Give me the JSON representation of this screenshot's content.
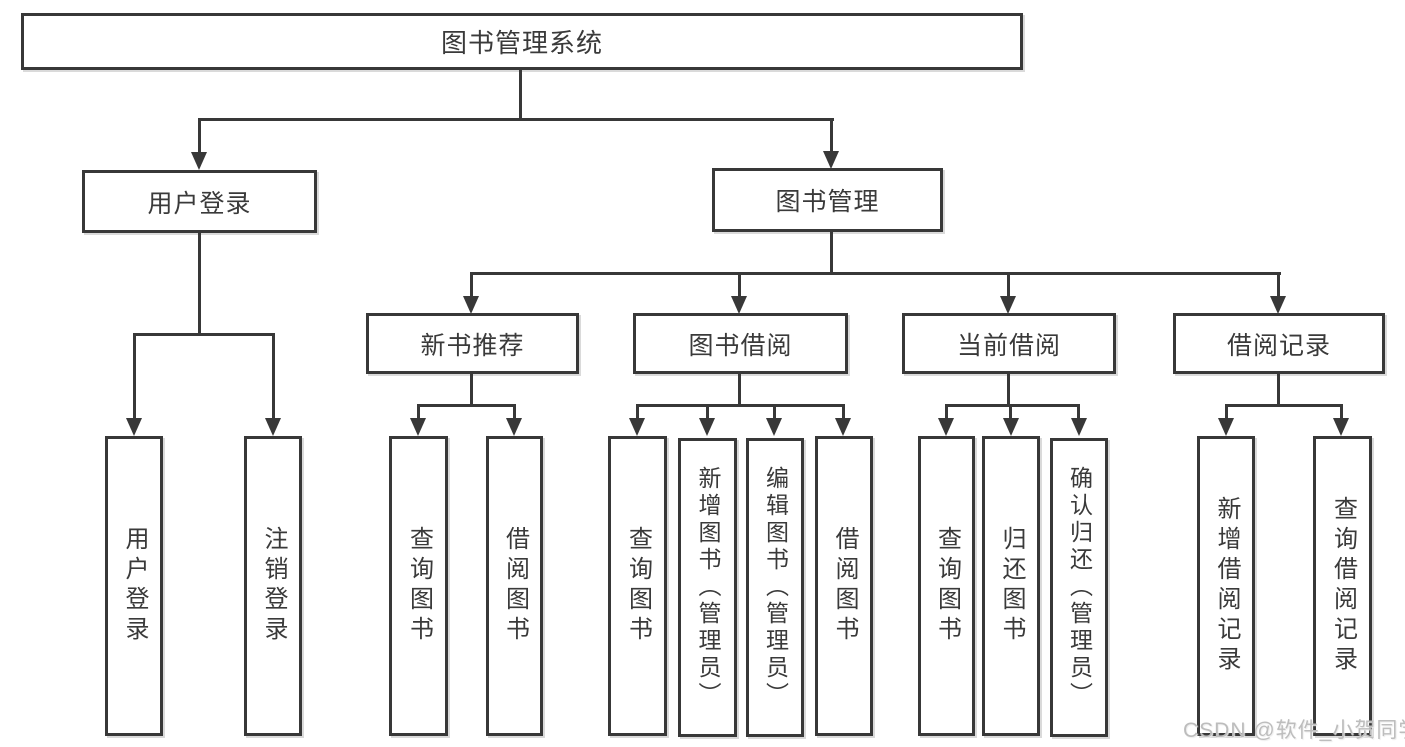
{
  "diagram": {
    "root": "图书管理系统",
    "level2": {
      "user_login": "用户登录",
      "book_mgmt": "图书管理"
    },
    "level3": {
      "new_book_rec": "新书推荐",
      "book_borrow": "图书借阅",
      "current_borrow": "当前借阅",
      "borrow_record": "借阅记录"
    },
    "leaves": {
      "user_login_leaf": "用户登录",
      "logout": "注销登录",
      "rec_query_book": "查询图书",
      "rec_borrow_book": "借阅图书",
      "bb_query_book": "查询图书",
      "bb_add_book": "新增图书（管理员）",
      "bb_edit_book": "编辑图书（管理员）",
      "bb_borrow_book": "借阅图书",
      "cb_query_book": "查询图书",
      "cb_return_book": "归还图书",
      "cb_confirm_return": "确认归还（管理员）",
      "br_add_record": "新增借阅记录",
      "br_query_record": "查询借阅记录"
    }
  },
  "watermark": "CSDN @软件_小贺同学",
  "colors": {
    "line": "#383838",
    "text": "#3a3a3a",
    "watermark": "#bdbdbd",
    "background": "#ffffff"
  }
}
